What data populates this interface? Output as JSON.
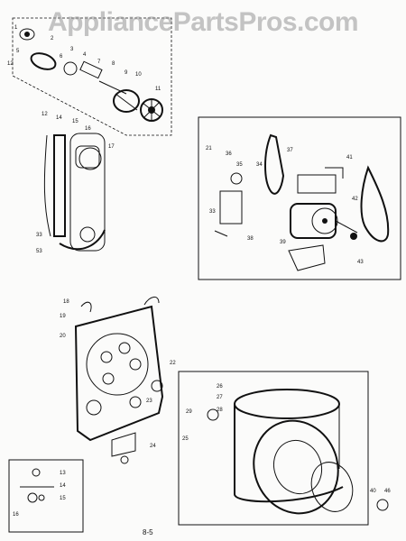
{
  "watermark": "AppliancePartsPros.com",
  "page_number": "8-5",
  "callouts": {
    "top": [
      "1",
      "2",
      "3",
      "4",
      "5",
      "6",
      "7",
      "8",
      "9",
      "10",
      "11",
      "12"
    ],
    "belt": [
      "12",
      "14",
      "15",
      "16",
      "17",
      "33",
      "53"
    ],
    "motor": [
      "21",
      "33",
      "34",
      "35",
      "36",
      "37",
      "38",
      "39",
      "41",
      "42",
      "43"
    ],
    "rear": [
      "18",
      "19",
      "20",
      "22",
      "23",
      "24",
      "25",
      "26",
      "27",
      "28",
      "29",
      "40",
      "46"
    ],
    "inset": [
      "13",
      "14",
      "15",
      "16"
    ]
  }
}
